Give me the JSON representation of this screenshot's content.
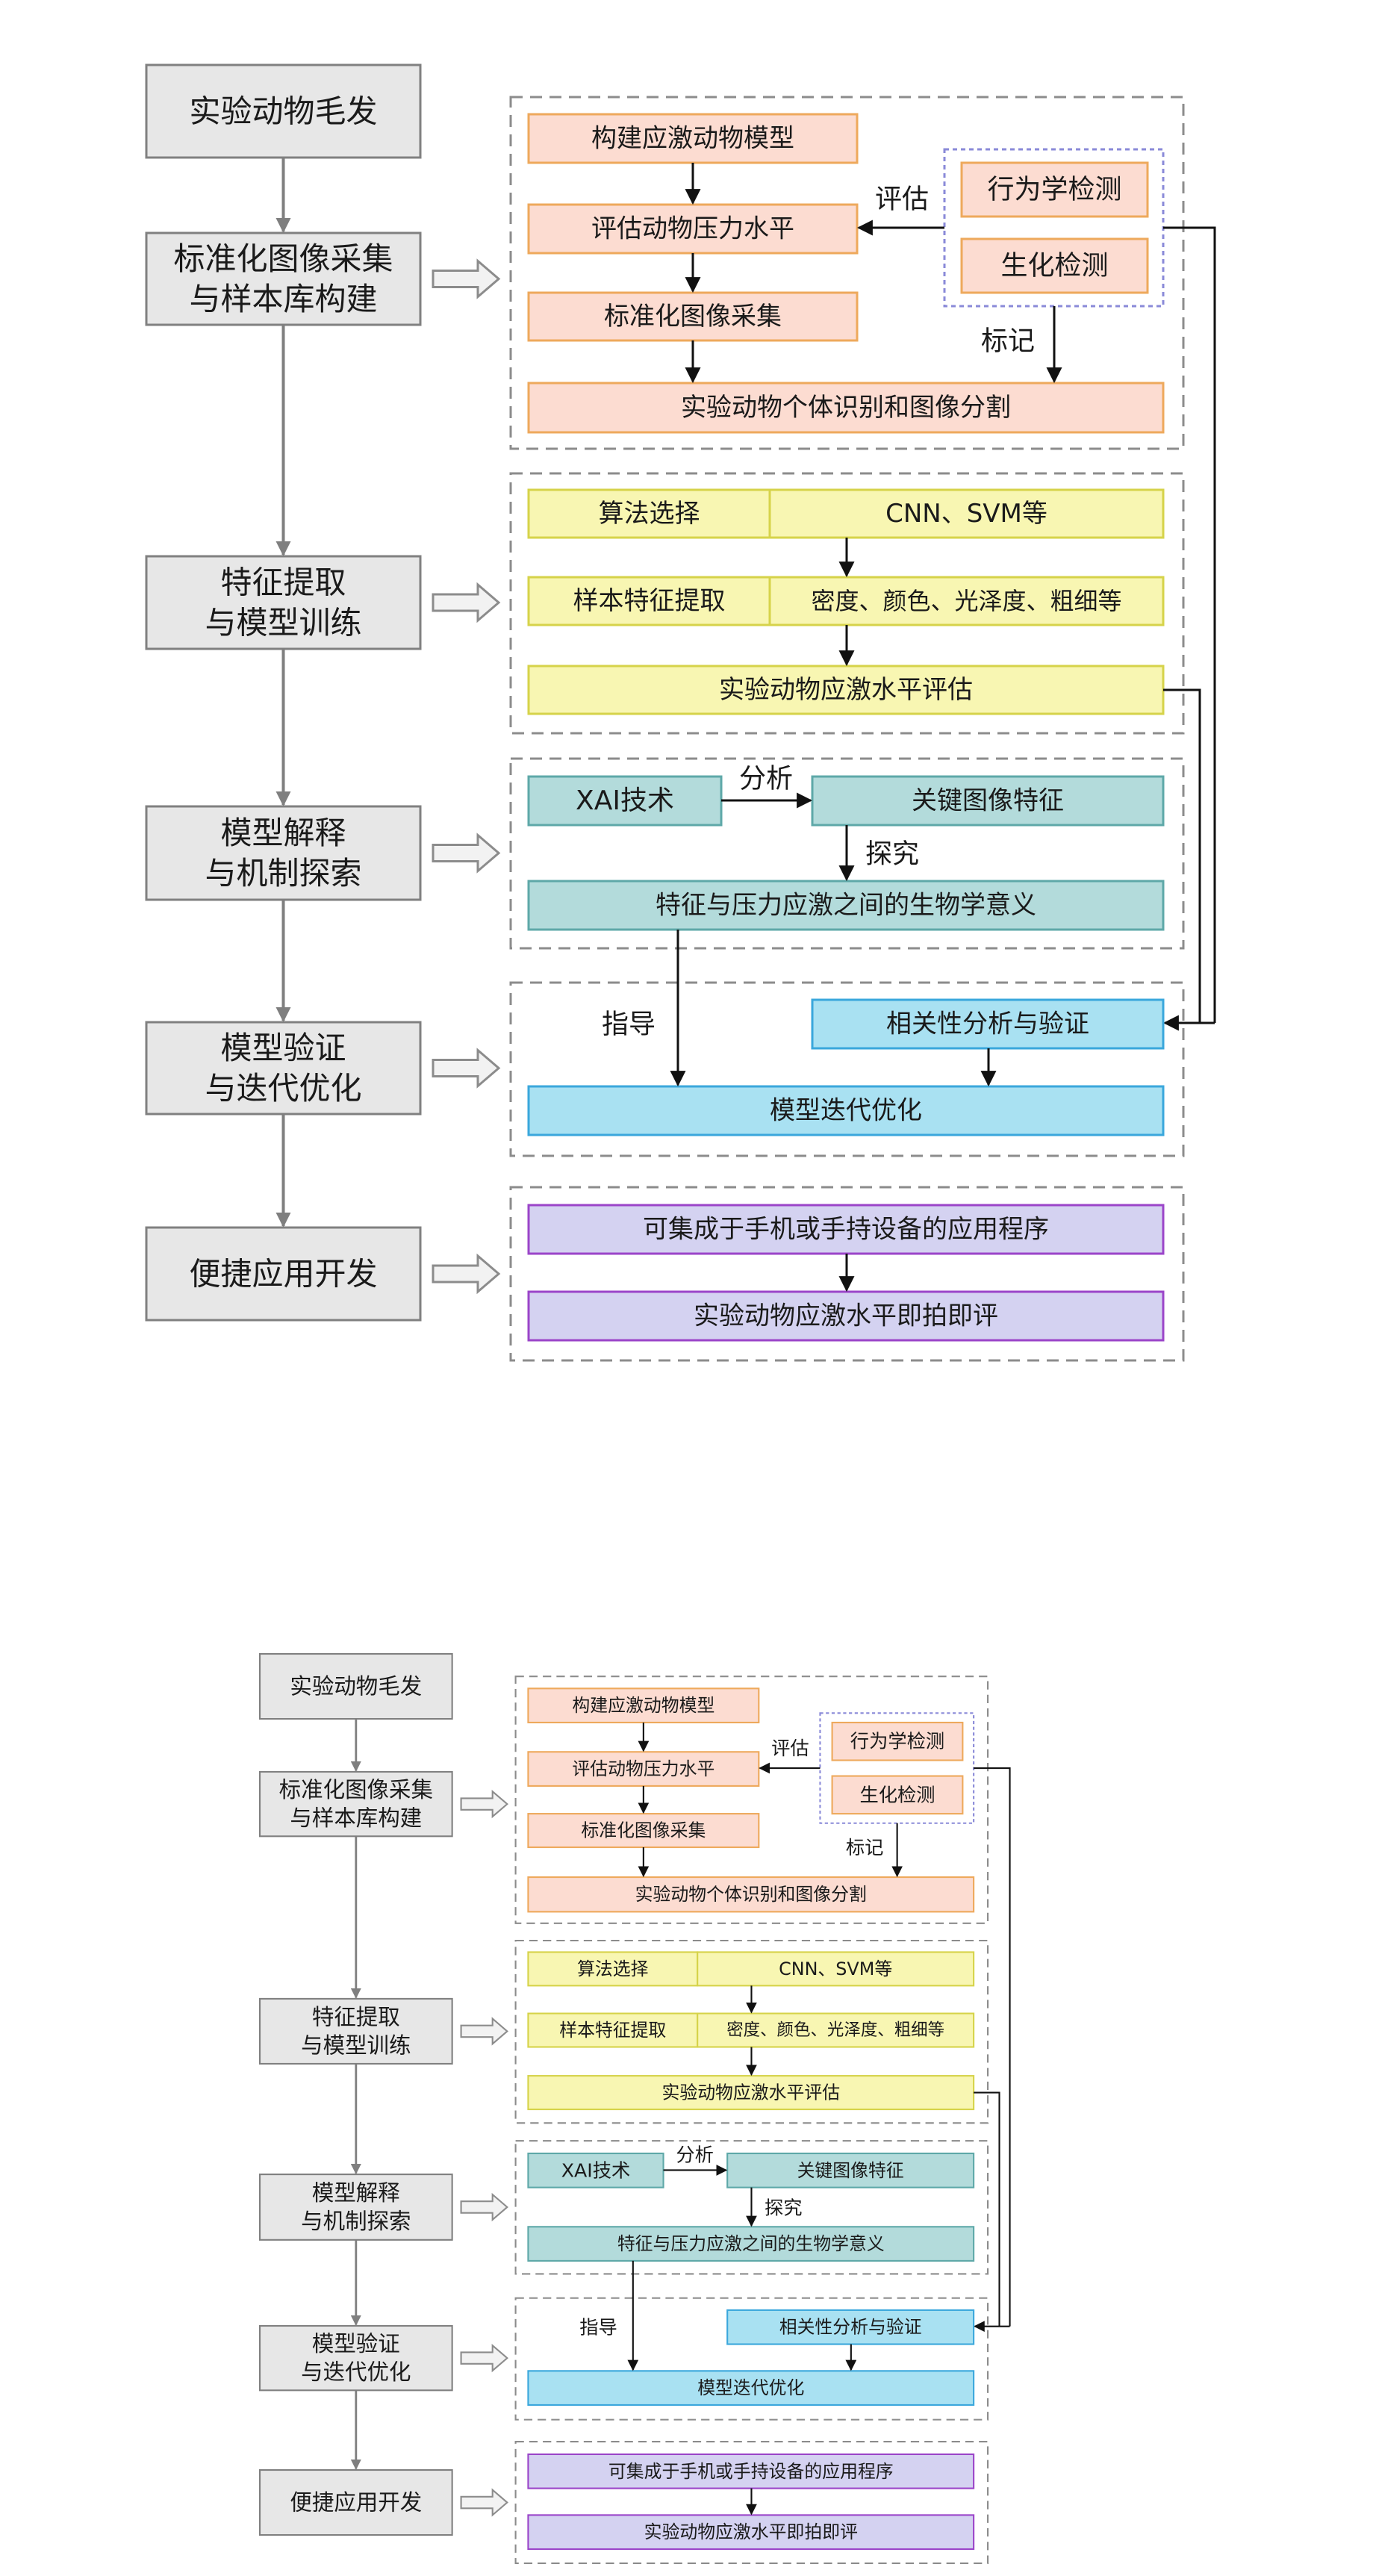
{
  "steps": [
    [
      "实验动物毛发"
    ],
    [
      "标准化图像采集",
      "与样本库构建"
    ],
    [
      "特征提取",
      "与模型训练"
    ],
    [
      "模型解释",
      "与机制探索"
    ],
    [
      "模型验证",
      "与迭代优化"
    ],
    [
      "便捷应用开发"
    ]
  ],
  "stage1": {
    "build_model": "构建应激动物模型",
    "assess_pressure": "评估动物压力水平",
    "image_capture": "标准化图像采集",
    "segmentation": "实验动物个体识别和图像分割",
    "behavior_test": "行为学检测",
    "biochem_test": "生化检测",
    "label_assess": "评估",
    "label_mark": "标记"
  },
  "stage2": {
    "algorithm": "算法选择",
    "algorithm_value": "CNN、SVM等",
    "feature_extract": "样本特征提取",
    "feature_value": "密度、颜色、光泽度、粗细等",
    "stress_eval": "实验动物应激水平评估"
  },
  "stage3": {
    "xai": "XAI技术",
    "key_features": "关键图像特征",
    "bio_meaning": "特征与压力应激之间的生物学意义",
    "label_analyze": "分析",
    "label_explore": "探究"
  },
  "stage4": {
    "correlation": "相关性分析与验证",
    "iteration": "模型迭代优化",
    "label_guide": "指导"
  },
  "stage5": {
    "app": "可集成于手机或手持设备的应用程序",
    "instant_eval": "实验动物应激水平即拍即评"
  },
  "colors": {
    "step_fill": "#e7e7e7",
    "step_border": "#808080",
    "stage1_fill": "#fcdcd1",
    "stage1_border": "#eea95c",
    "stage2_fill": "#f8f6b2",
    "stage2_border": "#d6d34a",
    "stage3_fill": "#b3dbdb",
    "stage3_border": "#5ea8a8",
    "stage4_fill": "#a9e1f2",
    "stage4_border": "#3aa7dc",
    "stage5_fill": "#d4d2f1",
    "stage5_border": "#9b45c9",
    "dashed_border": "#8c8c8c",
    "inner_dotted_border": "#8a8ad8"
  }
}
